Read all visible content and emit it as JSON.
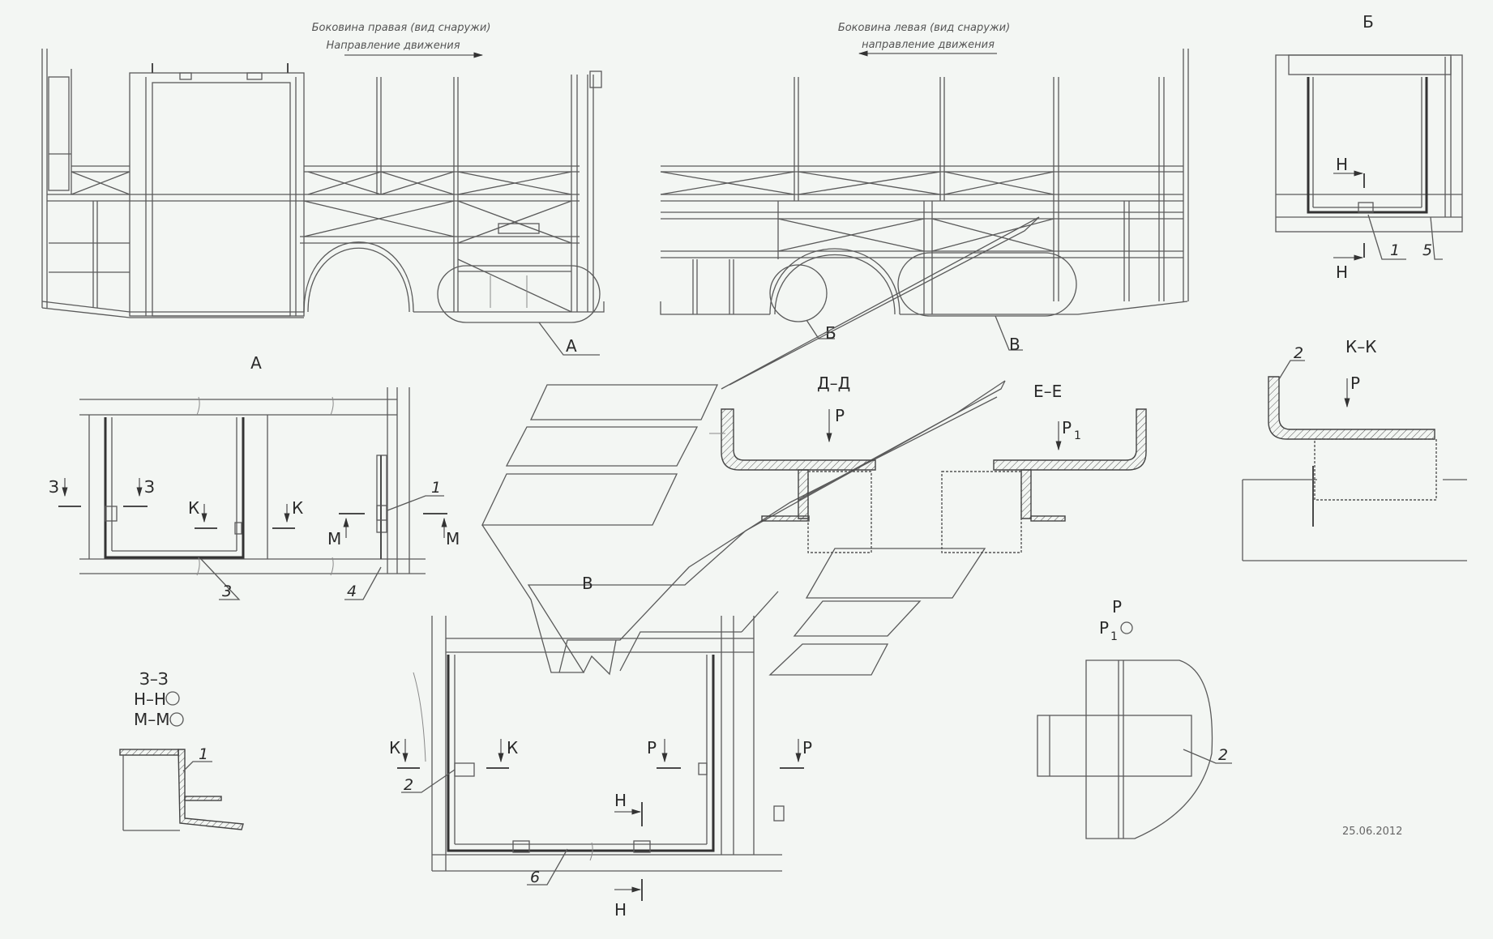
{
  "captions": {
    "right_side_title": "Боковина правая (вид снаружи)",
    "right_side_dir": "Направление движения",
    "left_side_title": "Боковина левая (вид снаружи)",
    "left_side_dir": "направление движения"
  },
  "views": {
    "A": "А",
    "B_cyr": "Б",
    "V": "В",
    "V_inner": "В"
  },
  "sections": {
    "D_D": "Д–Д",
    "E_E": "Е–Е",
    "K_K": "К–К",
    "Z_Z": "З–З",
    "N_N": "Н–Н",
    "M_M": "М–М",
    "P_rot": "Р",
    "P1_sub": "1"
  },
  "letters": {
    "Z": "З",
    "K": "К",
    "M": "М",
    "N": "Н",
    "P": "Р",
    "P1_main": "Р",
    "P1_sub": "1"
  },
  "items": {
    "1": "1",
    "2": "2",
    "3": "3",
    "4": "4",
    "5": "5",
    "6": "6"
  },
  "date": "25.06.2012",
  "colors": {
    "background": "#f3f6f3",
    "line": "#5a5a5a"
  }
}
